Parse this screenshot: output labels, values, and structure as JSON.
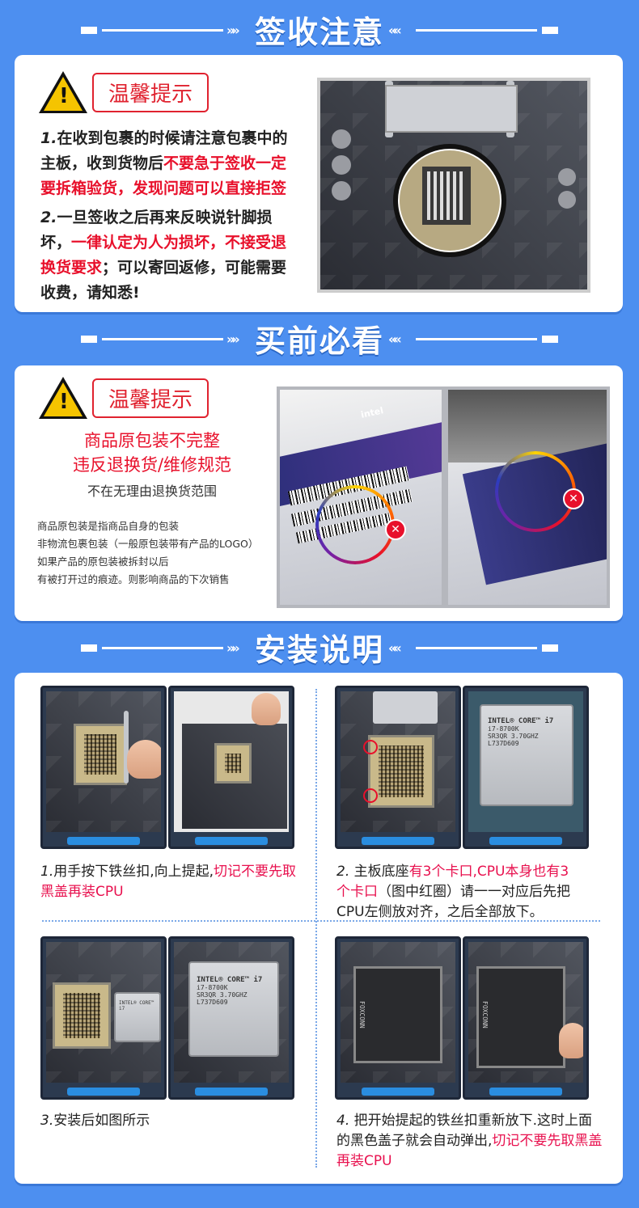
{
  "sections": {
    "sign": {
      "title": "签收注意"
    },
    "before_buy": {
      "title": "买前必看"
    },
    "install": {
      "title": "安装说明"
    }
  },
  "tip_label": "温馨提示",
  "sign_card": {
    "p1_prefix": "1.",
    "p1_text_a": "在收到包裹的时候请注意包裹中的主板，收到货物后",
    "p1_text_red": "不要急于签收一定要拆箱验货，发现问题可以直接拒签",
    "p2_prefix": "2.",
    "p2_text_a": "一旦签收之后再来反映说针脚损坏，",
    "p2_text_red": "一律认定为人为损坏，不接受退换货要求",
    "p2_text_b": "；可以寄回返修，可能需要收费，请知悉!"
  },
  "buy_card": {
    "headline_line1": "商品原包装不完整",
    "headline_line2": "违反退换货/维修规范",
    "subline": "不在无理由退换货范围",
    "notes": [
      "商品原包装是指商品自身的包装",
      "非物流包裹包装（一般原包装带有产品的LOGO）",
      "如果产品的原包装被拆封以后",
      "有被打开过的痕迹。则影响商品的下次销售"
    ],
    "box_brand": "intel"
  },
  "install_card": {
    "step1": {
      "num": "1.",
      "text_a": "用手按下铁丝扣,向上提起,",
      "text_red": "切记不要先取黑盖再装CPU"
    },
    "step2": {
      "num": "2.",
      "text_a": "主板底座",
      "text_red": "有3个卡口,CPU本身也有3个卡口",
      "text_b": "（图中红圈）请一一对应后先把CPU左侧放对齐，之后全部放下。"
    },
    "step3": {
      "num": "3.",
      "text_a": "安装后如图所示"
    },
    "step4": {
      "num": "4.",
      "text_a": "把开始提起的铁丝扣重新放下.这时上面的黑色盖子就会自动弹出,",
      "text_red": "切记不要先取黑盖再装CPU"
    },
    "cpu_label": {
      "brand": "INTEL® CORE™ i7",
      "model": "i7-8700K",
      "spec": "SR3QR 3.70GHZ",
      "code": "L737D609"
    },
    "cover_brand": "FOXCONN"
  },
  "colors": {
    "background": "#4d8ff0",
    "accent_red": "#e8102b",
    "warning_yellow": "#f5c400"
  }
}
